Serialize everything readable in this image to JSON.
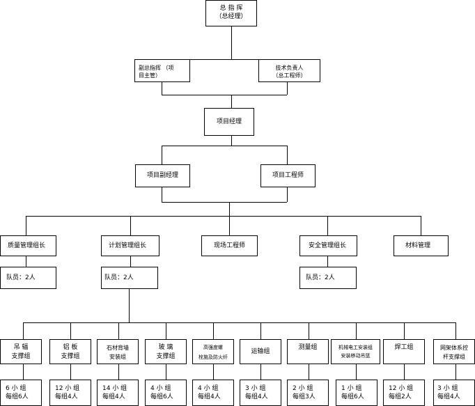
{
  "top": {
    "line1": "总 指 挥",
    "line2": "（总经理）"
  },
  "level2": {
    "deputy": {
      "line1": "副总指挥      （项",
      "line2": "目主管）"
    },
    "tech": {
      "line1": "技术负责人",
      "line2": "（总工程师）"
    }
  },
  "pm": "项目经理",
  "level4": {
    "deputy_pm": "项目副经理",
    "engineer": "项目工程师"
  },
  "leads": [
    {
      "title": "质量管理组长",
      "team": "队员：2人"
    },
    {
      "title": "计划管理组长",
      "team": "队员：2人"
    },
    {
      "title": "现场工程师",
      "team": ""
    },
    {
      "title": "安全管理组长",
      "team": "队员：2人"
    },
    {
      "title": "材料管理",
      "team": ""
    }
  ],
  "groups": [
    {
      "line1": "吊 辐",
      "line2": "支撑组",
      "size1": "6 小 组",
      "size2": "每组6人"
    },
    {
      "line1": "铝 板",
      "line2": "支撑组",
      "size1": "12 小 组",
      "size2": "每组4人"
    },
    {
      "line1": "石材背墙",
      "line2": "安装组",
      "size1": "14 小 组",
      "size2": "每组4人"
    },
    {
      "line1": "玻 璃",
      "line2": "支撑组",
      "size1": "4 小 组",
      "size2": "每组6人"
    },
    {
      "line1": "高强度螺",
      "line2": "栓施及防火纤",
      "size1": "4 小 组",
      "size2": "每组4人"
    },
    {
      "line1": "运输组",
      "line2": "",
      "size1": "3 小 组",
      "size2": "每组4人"
    },
    {
      "line1": "测量组",
      "line2": "",
      "size1": "2 小 组",
      "size2": "每组3人"
    },
    {
      "line1": "机械电工安装组",
      "line2": "安装移动吊篮",
      "size1": "1 小 组",
      "size2": "每组6人"
    },
    {
      "line1": "焊工组",
      "line2": "",
      "size1": "12 小 组",
      "size2": "每组2人"
    },
    {
      "line1": "网架体系控",
      "line2": "杆支撑组",
      "size1": "3 小 组",
      "size2": "每组4人"
    }
  ]
}
